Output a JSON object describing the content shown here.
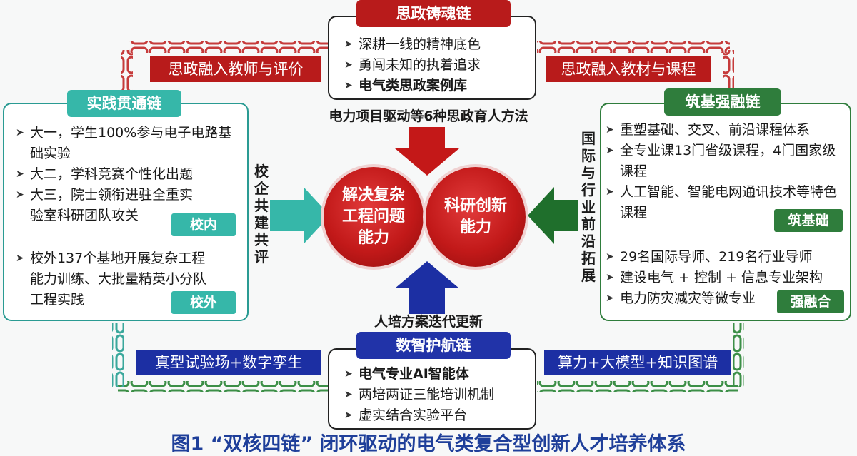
{
  "top": {
    "title": "思政铸魂链",
    "items": [
      "深耕一线的精神底色",
      "勇闯未知的执着追求",
      "电气类思政案例库"
    ],
    "banner_left": "思政融入教师与评价",
    "banner_right": "思政融入教材与课程",
    "method": "电力项目驱动等6种思政育人方法"
  },
  "left": {
    "title": "实践贯通链",
    "inner_items": [
      "大一，学生100%参与电子电路基础实验",
      "大二，学科竞赛个性化出题",
      "大三，院士领衔进驻全重实验室科研团队攻关"
    ],
    "inner_tag": "校内",
    "outer_items": [
      "校外137个基地开展复杂工程能力训练、大批量精英小分队工程实践"
    ],
    "outer_tag": "校外",
    "side_label": "校企共建共评"
  },
  "right": {
    "title": "筑基强融链",
    "upper_items": [
      "重塑基础、交叉、前沿课程体系",
      "全专业课13门省级课程，4门国家级课程",
      "人工智能、智能电网通讯技术等特色课程"
    ],
    "upper_tag": "筑基础",
    "lower_items": [
      "29名国际导师、219名行业导师",
      "建设电气 + 控制 + 信息专业架构",
      "电力防灾减灾等微专业"
    ],
    "lower_tag": "强融合",
    "side_label": "国际与行业前沿拓展"
  },
  "bottom": {
    "title": "数智护航链",
    "items": [
      "电气专业AI智能体",
      "两培两证三能培训机制",
      "虚实结合实验平台"
    ],
    "banner_left": "真型试验场+数字孪生",
    "banner_right": "算力+大模型+知识图谱",
    "method": "人培方案迭代更新"
  },
  "core": {
    "left": "解决复杂工程问题能力",
    "right": "科研创新能力"
  },
  "caption": "图1 “双核四链” 闭环驱动的电气类复合型创新人才培养体系",
  "colors": {
    "red": "#b81b1b",
    "teal": "#36b7a9",
    "green": "#2f7d3c",
    "blue": "#2133a8",
    "caption": "#1f3f9a"
  }
}
